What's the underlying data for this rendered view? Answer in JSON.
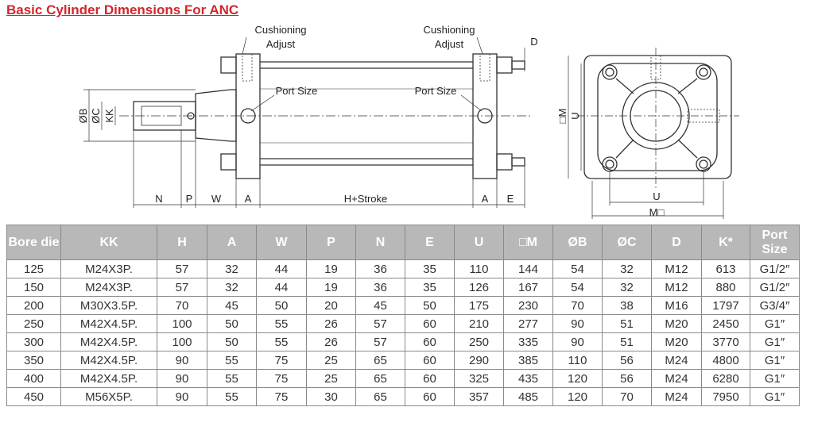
{
  "title": "Basic Cylinder Dimensions For ANC",
  "diagram": {
    "cushioning_left": [
      "Cushioning",
      "Adjust"
    ],
    "cushioning_right": [
      "Cushioning",
      "Adjust"
    ],
    "port_left": "Port Size",
    "port_right": "Port Size",
    "d_label": "D",
    "ob": "ØB",
    "oc": "ØC",
    "kk": "KK",
    "dims": {
      "n": "N",
      "p": "P",
      "w": "W",
      "a1": "A",
      "h": "H+Stroke",
      "a2": "A",
      "e": "E"
    },
    "end_m": "□M",
    "end_u": "U",
    "end_u_bottom": "U",
    "end_m_bottom": "M□"
  },
  "table": {
    "headers": [
      "Bore die",
      "KK",
      "H",
      "A",
      "W",
      "P",
      "N",
      "E",
      "U",
      "□M",
      "ØB",
      "ØC",
      "D",
      "K*",
      "Port Size"
    ],
    "rows": [
      [
        "125",
        "M24X3P.",
        "57",
        "32",
        "44",
        "19",
        "36",
        "35",
        "110",
        "144",
        "54",
        "32",
        "M12",
        "613",
        "G1/2″"
      ],
      [
        "150",
        "M24X3P.",
        "57",
        "32",
        "44",
        "19",
        "36",
        "35",
        "126",
        "167",
        "54",
        "32",
        "M12",
        "880",
        "G1/2″"
      ],
      [
        "200",
        "M30X3.5P.",
        "70",
        "45",
        "50",
        "20",
        "45",
        "50",
        "175",
        "230",
        "70",
        "38",
        "M16",
        "1797",
        "G3/4″"
      ],
      [
        "250",
        "M42X4.5P.",
        "100",
        "50",
        "55",
        "26",
        "57",
        "60",
        "210",
        "277",
        "90",
        "51",
        "M20",
        "2450",
        "G1″"
      ],
      [
        "300",
        "M42X4.5P.",
        "100",
        "50",
        "55",
        "26",
        "57",
        "60",
        "250",
        "335",
        "90",
        "51",
        "M20",
        "3770",
        "G1″"
      ],
      [
        "350",
        "M42X4.5P.",
        "90",
        "55",
        "75",
        "25",
        "65",
        "60",
        "290",
        "385",
        "110",
        "56",
        "M24",
        "4800",
        "G1″"
      ],
      [
        "400",
        "M42X4.5P.",
        "90",
        "55",
        "75",
        "25",
        "65",
        "60",
        "325",
        "435",
        "120",
        "56",
        "M24",
        "6280",
        "G1″"
      ],
      [
        "450",
        "M56X5P.",
        "90",
        "55",
        "75",
        "30",
        "65",
        "60",
        "357",
        "485",
        "120",
        "70",
        "M24",
        "7950",
        "G1″"
      ]
    ]
  }
}
